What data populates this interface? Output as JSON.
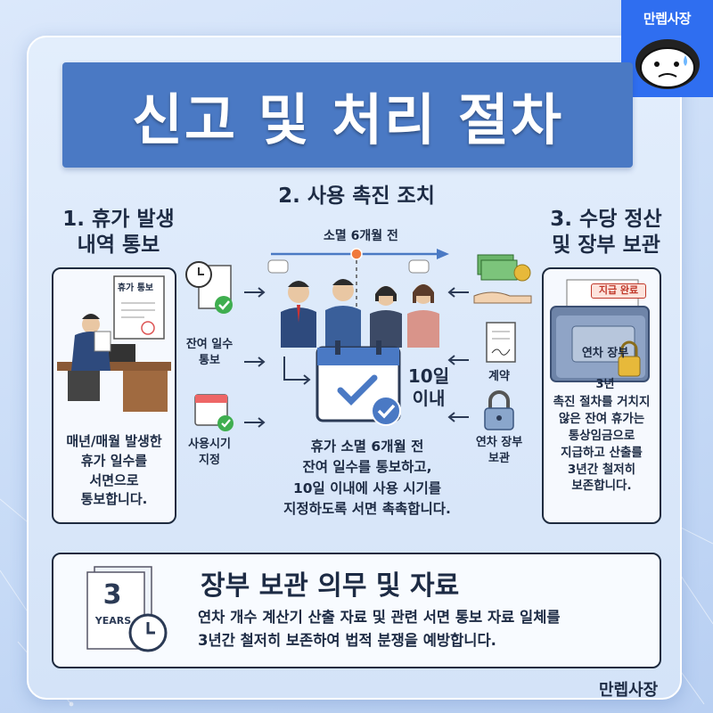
{
  "brand": "만렙사장",
  "title": "신고 및 처리 절차",
  "steps": {
    "step1": {
      "title_line1": "1. 휴가 발생",
      "title_line2": "내역 통보",
      "doc_label": "휴가 통보",
      "text": "매년/매월 발생한\n휴가 일수를\n서면으로\n통보합니다."
    },
    "step2": {
      "title": "2. 사용 촉진 조치",
      "timeline_label": "소멸 6개월 전",
      "label_remaining": "잔여 일수\n통보",
      "label_timing": "사용시기\n지정",
      "label_contract": "계약",
      "label_ledger": "연차 장부\n보관",
      "ten_days": "10일\n이내",
      "text": "휴가 소멸 6개월 전\n잔여 일수를 통보하고,\n10일 이내에 사용 시기를\n지정하도록 서면 촉촉합니다."
    },
    "step3": {
      "title_line1": "3. 수당 정산",
      "title_line2": "및 장부 보관",
      "stamp": "지급 완료",
      "folder_label_line1": "연차 장부",
      "folder_label_line2": "3년",
      "text": "촉진 절차를 거치지\n않은 잔여 휴가는\n통상임금으로\n지급하고 산출를\n3년간 철저히\n보존합니다."
    }
  },
  "bottom": {
    "title": "장부 보관 의무 및 자료",
    "body": "연차 개수 계산기 산출 자료 및 관련 서면 통보 자료 일체를\n3년간 철저히 보존하여 법적 분쟁을 예방합니다.",
    "icon_number": "3",
    "icon_label": "YEARS"
  },
  "colors": {
    "accent": "#4a79c4",
    "logo_bg": "#2f6ef0",
    "text": "#1d2b44",
    "check_green": "#3fae4f"
  }
}
